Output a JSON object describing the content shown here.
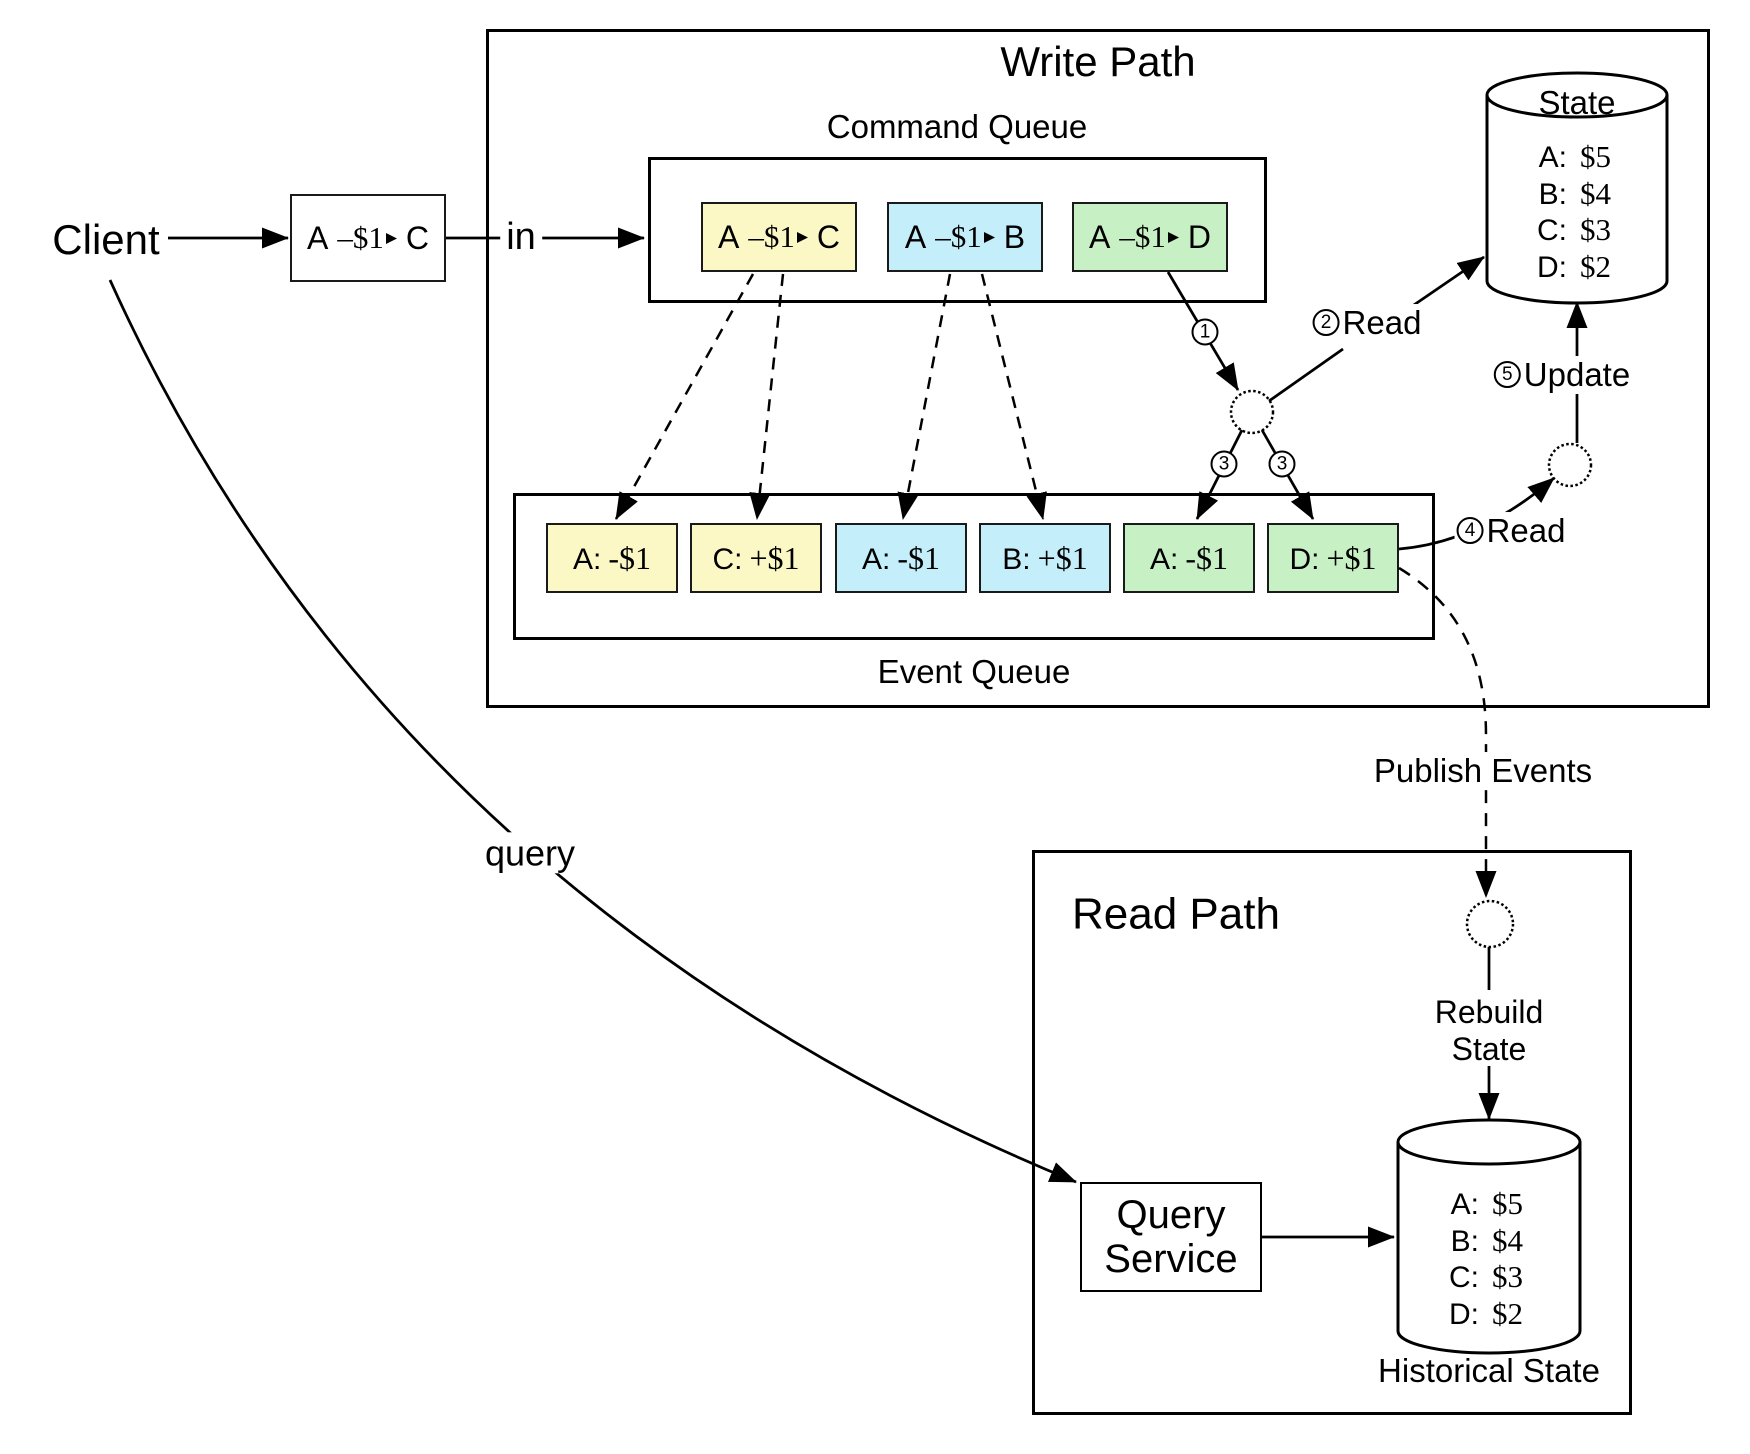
{
  "diagram": {
    "client_label": "Client",
    "client_command": {
      "from": "A",
      "amount": "–$1",
      "to": "C"
    },
    "in_label": "in",
    "query_label": "query",
    "publish_events_label": "Publish Events",
    "colors": {
      "command_yellow": "#FBF8C6",
      "command_cyan": "#C3EEFA",
      "command_green": "#C8F0C5"
    },
    "write_path": {
      "title": "Write Path",
      "command_queue": {
        "label": "Command Queue",
        "items": [
          {
            "from": "A",
            "amount": "–$1",
            "to": "C",
            "color": "#FBF8C6"
          },
          {
            "from": "A",
            "amount": "–$1",
            "to": "B",
            "color": "#C3EEFA"
          },
          {
            "from": "A",
            "amount": "–$1",
            "to": "D",
            "color": "#C8F0C5"
          }
        ]
      },
      "event_queue": {
        "label": "Event Queue",
        "items": [
          {
            "key": "A:",
            "value": "-$1",
            "color": "#FBF8C6"
          },
          {
            "key": "C:",
            "value": "+$1",
            "color": "#FBF8C6"
          },
          {
            "key": "A:",
            "value": "-$1",
            "color": "#C3EEFA"
          },
          {
            "key": "B:",
            "value": "+$1",
            "color": "#C3EEFA"
          },
          {
            "key": "A:",
            "value": "-$1",
            "color": "#C8F0C5"
          },
          {
            "key": "D:",
            "value": "+$1",
            "color": "#C8F0C5"
          }
        ]
      },
      "steps": {
        "step1": "1",
        "step2": "2",
        "step2_label": "Read",
        "step3a": "3",
        "step3b": "3",
        "step4": "4",
        "step4_label": "Read",
        "step5": "5",
        "step5_label": "Update"
      },
      "state_store": {
        "title": "State",
        "rows": [
          {
            "key": "A:",
            "value": "$5"
          },
          {
            "key": "B:",
            "value": "$4"
          },
          {
            "key": "C:",
            "value": "$3"
          },
          {
            "key": "D:",
            "value": "$2"
          }
        ]
      }
    },
    "read_path": {
      "title": "Read Path",
      "rebuild_label_line1": "Rebuild",
      "rebuild_label_line2": "State",
      "query_service": {
        "line1": "Query",
        "line2": "Service"
      },
      "historical_store": {
        "caption": "Historical State",
        "rows": [
          {
            "key": "A:",
            "value": "$5"
          },
          {
            "key": "B:",
            "value": "$4"
          },
          {
            "key": "C:",
            "value": "$3"
          },
          {
            "key": "D:",
            "value": "$2"
          }
        ]
      }
    }
  }
}
